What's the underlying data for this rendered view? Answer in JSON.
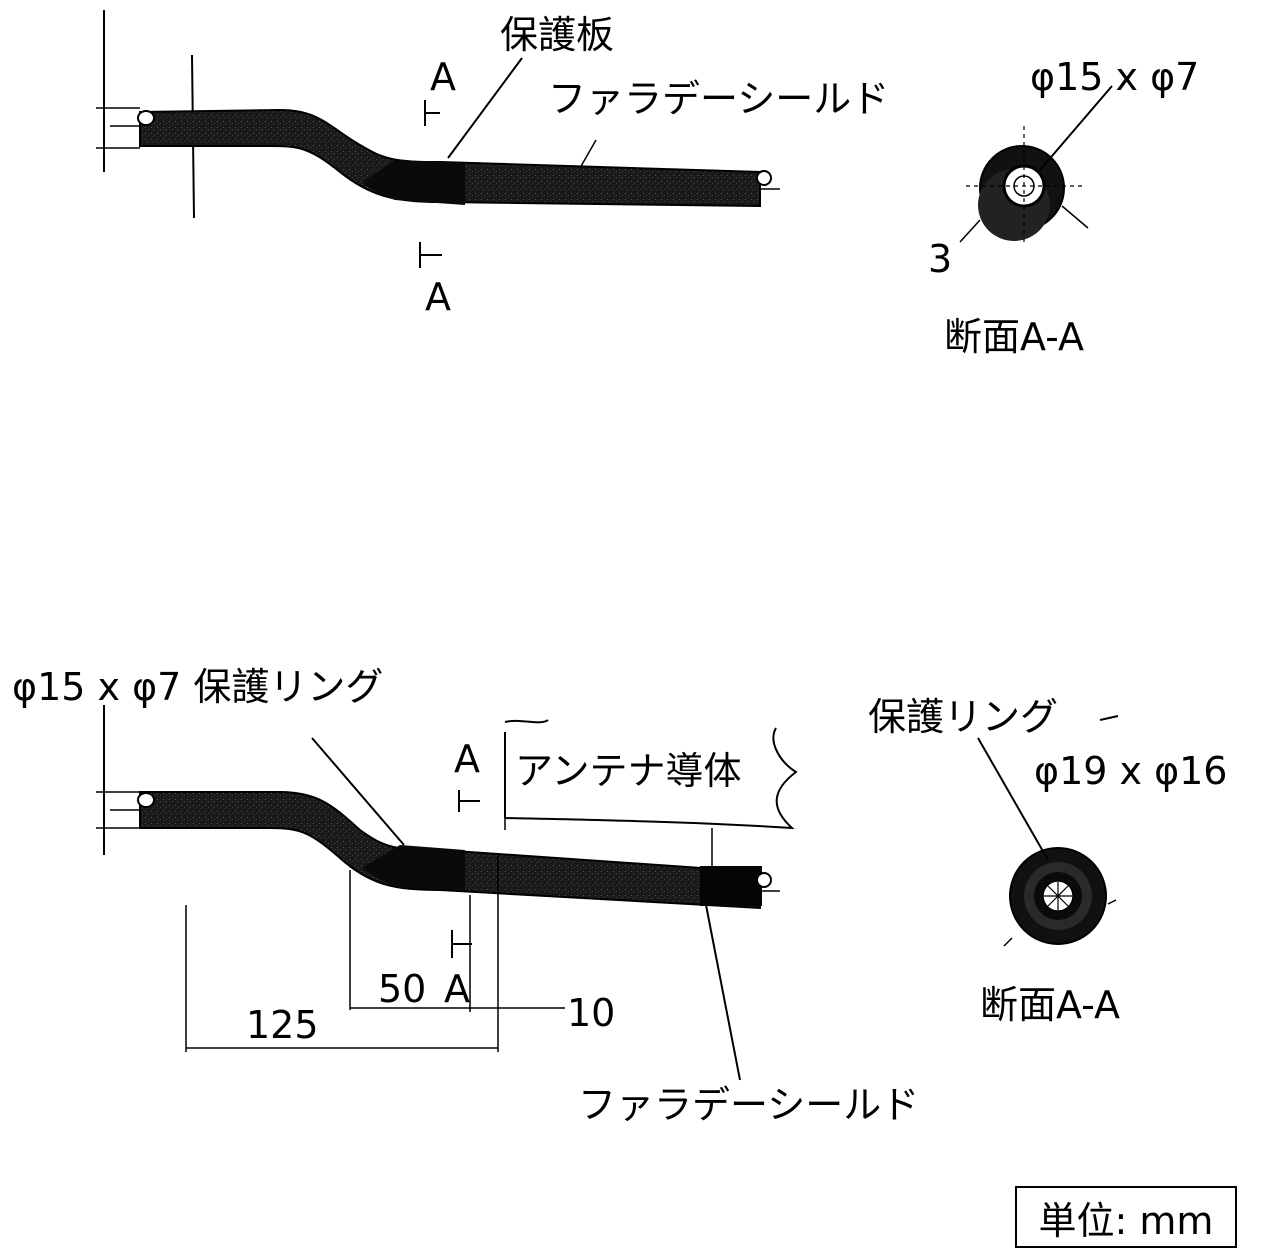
{
  "top_view": {
    "labels": {
      "protection_plate": "保護板",
      "faraday_shield": "ファラデーシールド",
      "section_mark_top": "A",
      "section_mark_bottom": "A"
    }
  },
  "top_section": {
    "dimension": "φ15 x φ7",
    "thickness": "3",
    "caption": "断面A-A"
  },
  "bottom_view": {
    "labels": {
      "protection_ring": "φ15 x φ7 保護リング",
      "section_mark_top": "A",
      "antenna_conductor": "アンテナ導体",
      "dim_50": "50",
      "section_mark_bottom": "A",
      "dim_10": "10",
      "dim_125": "125",
      "faraday_shield": "ファラデーシールド"
    }
  },
  "bottom_section": {
    "ring_label": "保護リング",
    "dimension": "φ19 x φ16",
    "caption": "断面A-A"
  },
  "unit": "単位: mm"
}
